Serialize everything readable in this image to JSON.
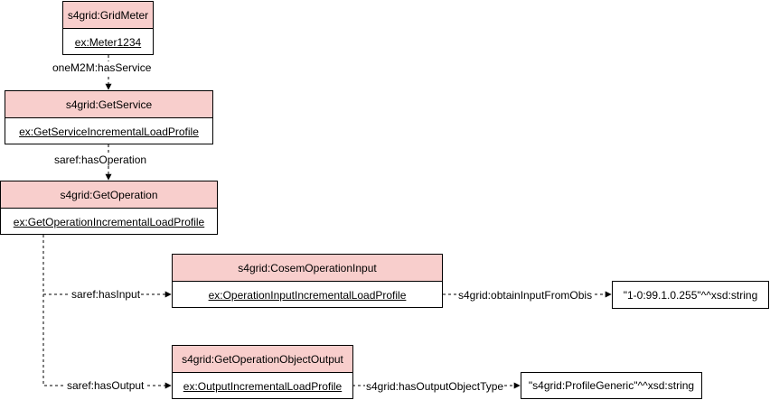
{
  "nodes": {
    "grid_meter": {
      "class_label": "s4grid:GridMeter",
      "instance_label": "ex:Meter1234"
    },
    "get_service": {
      "class_label": "s4grid:GetService",
      "instance_label": "ex:GetServiceIncrementalLoadProfile"
    },
    "get_operation": {
      "class_label": "s4grid:GetOperation",
      "instance_label": "ex:GetOperationIncrementalLoadProfile"
    },
    "cosem_input": {
      "class_label": "s4grid:CosemOperationInput",
      "instance_label": "ex:OperationInputIncrementalLoadProfile"
    },
    "object_output": {
      "class_label": "s4grid:GetOperationObjectOutput",
      "instance_label": "ex:OutputIncrementalLoadProfile"
    }
  },
  "literals": {
    "obis_value": "\"1-0:99.1.0.255\"^^xsd:string",
    "profile_generic": "\"s4grid:ProfileGeneric\"^^xsd:string"
  },
  "edges": {
    "has_service": "oneM2M:hasService",
    "has_operation": "saref:hasOperation",
    "has_input": "saref:hasInput",
    "has_output": "saref:hasOutput",
    "obtain_input_from_obis": "s4grid:obtainInputFromObis",
    "has_output_object_type": "s4grid:hasOutputObjectType"
  },
  "colors": {
    "class_header_fill": "#f8cecc",
    "stroke": "#000000"
  }
}
